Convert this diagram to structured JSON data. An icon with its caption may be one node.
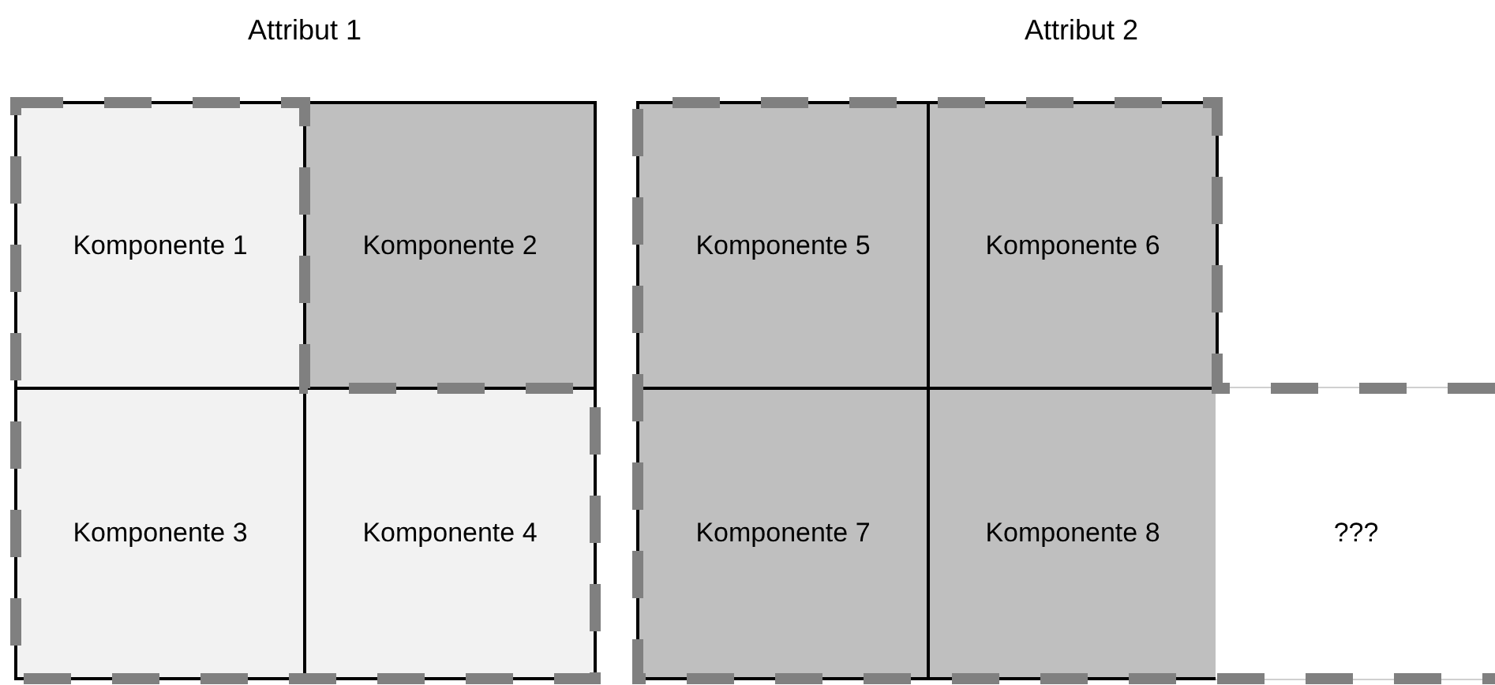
{
  "diagram": {
    "nodes": [
      {
        "text": [
          "Komponente 1"
        ]
      },
      {
        "text": [
          "Komponente 2"
        ]
      },
      {
        "text": [
          "Komponente 3"
        ]
      },
      {
        "text": [
          "Komponente 4"
        ]
      },
      {
        "text": [
          "Komponente 5"
        ]
      },
      {
        "text": [
          "Komponente 6"
        ]
      },
      {
        "text": [
          "Komponente 7"
        ]
      },
      {
        "text": [
          "Komponente 8"
        ]
      },
      {
        "text": [
          "???"
        ]
      }
    ],
    "labels": [
      "Attribut 1",
      "Attribut 2"
    ]
  }
}
